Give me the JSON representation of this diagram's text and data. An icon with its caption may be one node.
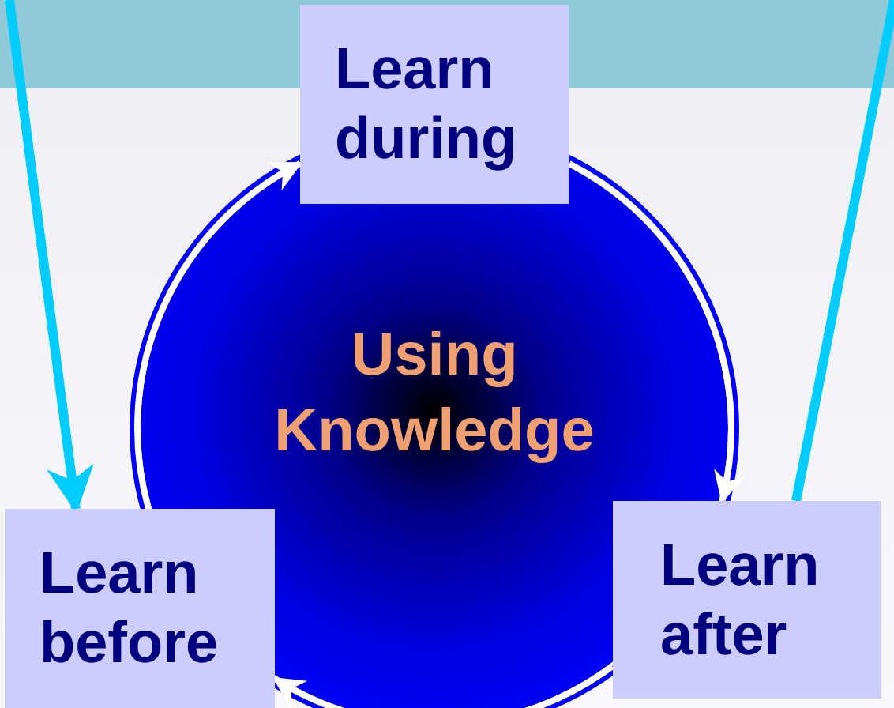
{
  "diagram": {
    "nodes": [
      {
        "text": [
          "Using Knowledge"
        ]
      },
      {
        "text": [
          "Learn during"
        ]
      },
      {
        "text": [
          "Learn before"
        ]
      },
      {
        "text": [
          "Learn after"
        ]
      }
    ],
    "edges": [
      {
        "from": 2,
        "to": 1,
        "arrow": "to",
        "color": "#ffffff"
      },
      {
        "from": 1,
        "to": 3,
        "arrow": "to",
        "color": "#ffffff"
      },
      {
        "from": 3,
        "to": 2,
        "arrow": "to",
        "color": "#ffffff"
      },
      {
        "from": null,
        "to": 2,
        "arrow": "to",
        "color": "#00ccff"
      },
      {
        "from": 3,
        "to": null,
        "arrow": "none",
        "color": "#00ccff"
      }
    ]
  }
}
